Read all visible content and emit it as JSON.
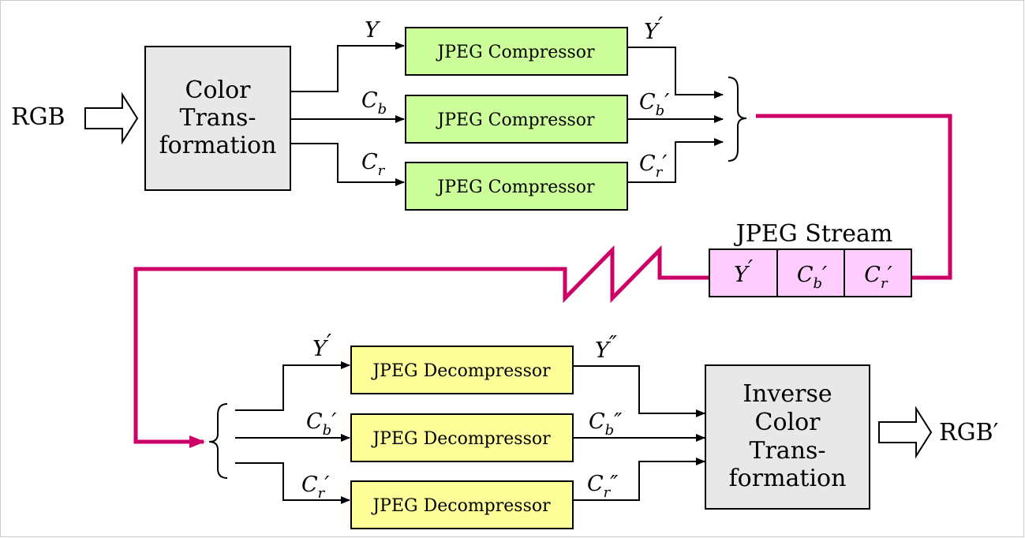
{
  "input_label": "RGB",
  "output_label": "RGB′",
  "color_transform": {
    "lines": [
      "Color",
      "Trans-",
      "formation"
    ],
    "fill": "#e8e8e8"
  },
  "inverse_transform": {
    "lines": [
      "Inverse",
      "Color",
      "Trans-",
      "formation"
    ],
    "fill": "#e8e8e8"
  },
  "compressors": [
    {
      "label": "JPEG Compressor",
      "in_sym": "Y",
      "in_sub": "",
      "in_prime": "",
      "out_sym": "Y",
      "out_sub": "",
      "out_prime": "′"
    },
    {
      "label": "JPEG Compressor",
      "in_sym": "C",
      "in_sub": "b",
      "in_prime": "",
      "out_sym": "C",
      "out_sub": "b",
      "out_prime": "′"
    },
    {
      "label": "JPEG Compressor",
      "in_sym": "C",
      "in_sub": "r",
      "in_prime": "",
      "out_sym": "C",
      "out_sub": "r",
      "out_prime": "′"
    }
  ],
  "compressor_fill": "#ccff99",
  "decompressors": [
    {
      "label": "JPEG Decompressor",
      "in_sym": "Y",
      "in_sub": "",
      "in_prime": "′",
      "out_sym": "Y",
      "out_sub": "",
      "out_prime": "″"
    },
    {
      "label": "JPEG Decompressor",
      "in_sym": "C",
      "in_sub": "b",
      "in_prime": "′",
      "out_sym": "C",
      "out_sub": "b",
      "out_prime": "″"
    },
    {
      "label": "JPEG Decompressor",
      "in_sym": "C",
      "in_sub": "r",
      "in_prime": "′",
      "out_sym": "C",
      "out_sub": "r",
      "out_prime": "″"
    }
  ],
  "decompressor_fill": "#ffff99",
  "stream": {
    "title": "JPEG Stream",
    "cells": [
      {
        "sym": "Y",
        "sub": "",
        "prime": "′"
      },
      {
        "sym": "C",
        "sub": "b",
        "prime": "′"
      },
      {
        "sym": "C",
        "sub": "r",
        "prime": "′"
      }
    ],
    "fill": "#ffccff"
  },
  "link_color": "#cc0066"
}
